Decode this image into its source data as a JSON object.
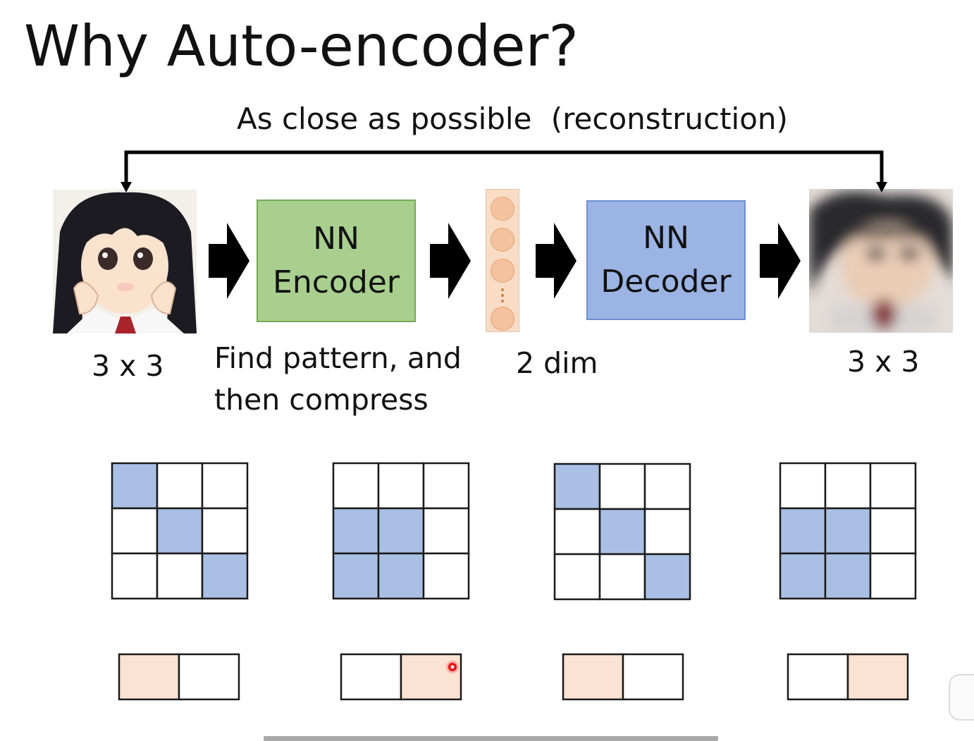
{
  "slide": {
    "title": "Why Auto-encoder?",
    "caption_top": "As close as possible",
    "caption_top_paren": "(reconstruction)",
    "input_label": "3 x 3",
    "encoder": {
      "line1": "NN",
      "line2": "Encoder"
    },
    "encoder_caption_1": "Find pattern, and",
    "encoder_caption_2": "then compress",
    "code_label": "2 dim",
    "decoder": {
      "line1": "NN",
      "line2": "Decoder"
    },
    "output_label": "3 x 3"
  },
  "colors": {
    "encoder_fill": "#a9cf8f",
    "decoder_fill": "#9cb4e4",
    "grid_highlight": "#a9c0e4",
    "code_highlight": "#fbe3d3",
    "arrow": "#000000"
  },
  "patterns": [
    {
      "grid": [
        [
          1,
          0,
          0
        ],
        [
          0,
          1,
          0
        ],
        [
          0,
          0,
          1
        ]
      ],
      "code": [
        1,
        0
      ]
    },
    {
      "grid": [
        [
          0,
          0,
          0
        ],
        [
          1,
          1,
          0
        ],
        [
          1,
          1,
          0
        ]
      ],
      "code": [
        0,
        1
      ]
    },
    {
      "grid": [
        [
          1,
          0,
          0
        ],
        [
          0,
          1,
          0
        ],
        [
          0,
          0,
          1
        ]
      ],
      "code": [
        1,
        0
      ]
    },
    {
      "grid": [
        [
          0,
          0,
          0
        ],
        [
          1,
          1,
          0
        ],
        [
          1,
          1,
          0
        ]
      ],
      "code": [
        0,
        1
      ]
    }
  ]
}
